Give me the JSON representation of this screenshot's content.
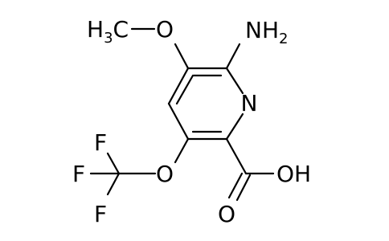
{
  "molecule": {
    "atoms": {
      "n_ring": "N",
      "nh2": {
        "main": "NH",
        "sub": "2"
      },
      "o_methoxy": "O",
      "h3c": {
        "main": "H",
        "sub": "3",
        "tail": "C"
      },
      "o_trifluoromethoxy": "O",
      "f_top": "F",
      "f_mid": "F",
      "f_bottom": "F",
      "oh": "OH",
      "o_carbonyl": "O"
    },
    "colors": {
      "bond": "#000000",
      "label": "#000000",
      "background": "#ffffff"
    }
  }
}
